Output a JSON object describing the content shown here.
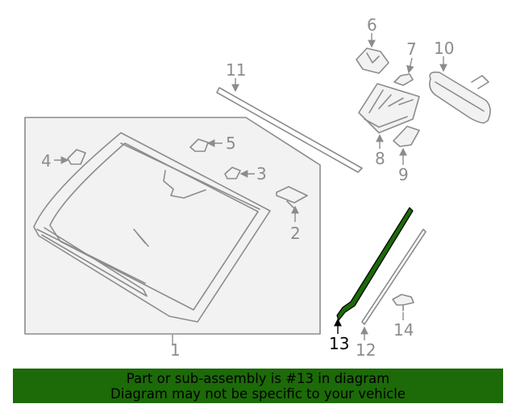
{
  "diagram": {
    "callouts": {
      "c1": "1",
      "c2": "2",
      "c3": "3",
      "c4": "4",
      "c5": "5",
      "c6": "6",
      "c7": "7",
      "c8": "8",
      "c9": "9",
      "c10": "10",
      "c11": "11",
      "c12": "12",
      "c13": "13",
      "c14": "14"
    },
    "highlighted_part": "13",
    "colors": {
      "highlight": "#1c6a08",
      "line": "#8c8c8c",
      "panel": "#f2f2f2",
      "banner": "#1c6a08"
    }
  },
  "banner": {
    "line1": "Part or sub-assembly is #13 in diagram",
    "line2": "Diagram may not be specific to your vehicle"
  }
}
